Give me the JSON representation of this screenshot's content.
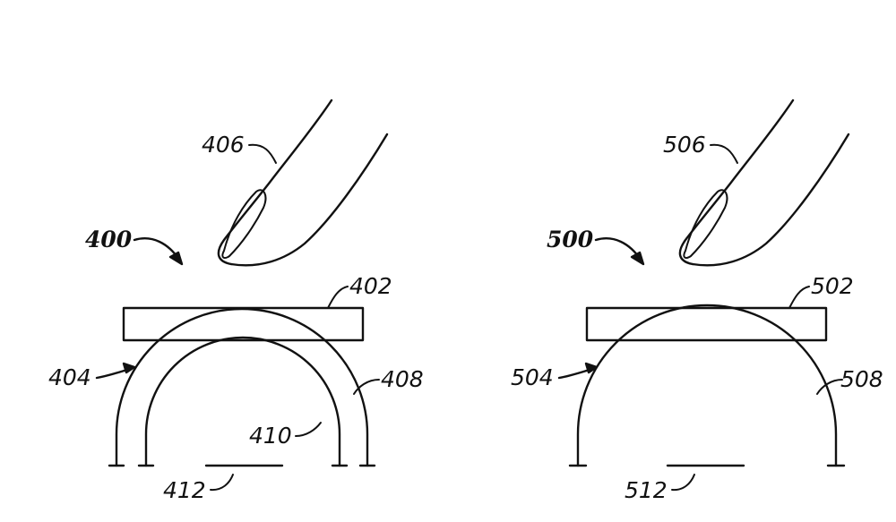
{
  "colors": {
    "ink": "#111111",
    "background": "#ffffff"
  },
  "figure_left": {
    "figure_label": "400",
    "finger_label": "406",
    "plate_label": "402",
    "dome_label": "404",
    "outer_arc_label": "408",
    "inner_arc_label": "410",
    "base_contact_label": "412"
  },
  "figure_right": {
    "figure_label": "500",
    "finger_label": "506",
    "plate_label": "502",
    "dome_label": "504",
    "arc_label": "508",
    "base_contact_label": "512"
  }
}
